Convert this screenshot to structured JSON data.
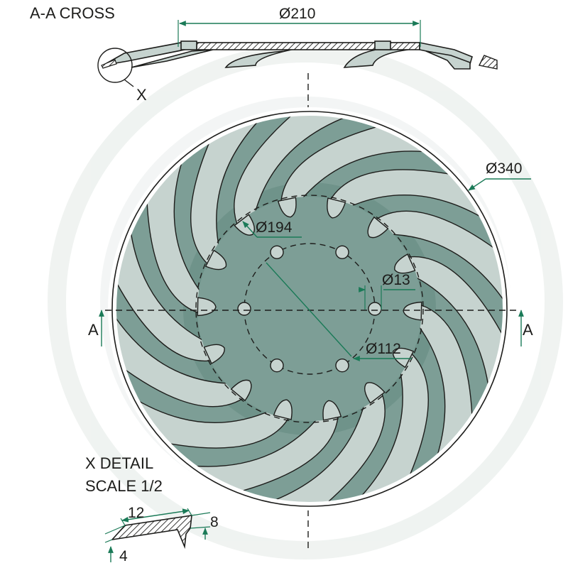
{
  "title": "A-A CROSS",
  "section_marker": "A",
  "detail_callout": "X",
  "detail_title_line1": "X DETAIL",
  "detail_title_line2": "SCALE 1/2",
  "dimensions": {
    "d210": "Ø210",
    "d340": "Ø340",
    "d194": "Ø194",
    "d13": "Ø13",
    "d112": "Ø112",
    "detail_12": "12",
    "detail_8": "8",
    "detail_4": "4"
  },
  "disc": {
    "blade_count": 14,
    "bolt_holes": 6
  },
  "colors": {
    "disc_fill": "#7d9e96",
    "disc_dark": "#6f938a",
    "blade_fill": "#c6d3cf",
    "dimension_green": "#1a7a57",
    "watermark": "#eef2f0"
  }
}
